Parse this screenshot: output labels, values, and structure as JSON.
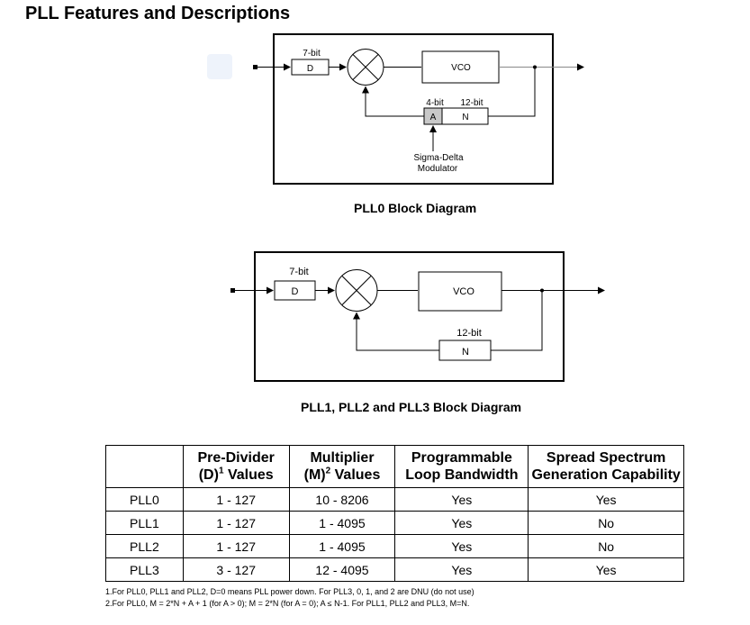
{
  "page": {
    "title": "PLL Features and Descriptions"
  },
  "diagram0": {
    "caption": "PLL0 Block Diagram",
    "d_bits": "7-bit",
    "d_label": "D",
    "vco_label": "VCO",
    "a_bits": "4-bit",
    "a_label": "A",
    "n_bits": "12-bit",
    "n_label": "N",
    "modulator_line1": "Sigma-Delta",
    "modulator_line2": "Modulator"
  },
  "diagram1": {
    "caption": "PLL1, PLL2 and PLL3 Block Diagram",
    "d_bits": "7-bit",
    "d_label": "D",
    "vco_label": "VCO",
    "n_bits": "12-bit",
    "n_label": "N"
  },
  "table": {
    "headers": {
      "h1_line1": "Pre-Divider",
      "h1_pre": "(D)",
      "h1_sup": "1",
      "h1_post": " Values",
      "h2_line1": "Multiplier",
      "h2_pre": "(M)",
      "h2_sup": "2",
      "h2_post": " Values",
      "h3_line1": "Programmable",
      "h3_line2": "Loop Bandwidth",
      "h4_line1": "Spread Spectrum",
      "h4_line2": "Generation Capability"
    },
    "rows": [
      {
        "name": "PLL0",
        "pre": "1 - 127",
        "mult": "10 - 8206",
        "plb": "Yes",
        "ss": "Yes"
      },
      {
        "name": "PLL1",
        "pre": "1 - 127",
        "mult": "1 - 4095",
        "plb": "Yes",
        "ss": "No"
      },
      {
        "name": "PLL2",
        "pre": "1 - 127",
        "mult": "1 - 4095",
        "plb": "Yes",
        "ss": "No"
      },
      {
        "name": "PLL3",
        "pre": "3 - 127",
        "mult": "12 - 4095",
        "plb": "Yes",
        "ss": "Yes"
      }
    ]
  },
  "footnotes": {
    "note1": "1.For PLL0, PLL1 and PLL2, D=0 means PLL power down. For PLL3, 0, 1, and 2 are DNU (do not use)",
    "note2": "2.For PLL0, M = 2*N + A + 1 (for A > 0); M = 2*N (for A = 0); A ≤ N-1. For PLL1, PLL2 and PLL3, M=N."
  }
}
